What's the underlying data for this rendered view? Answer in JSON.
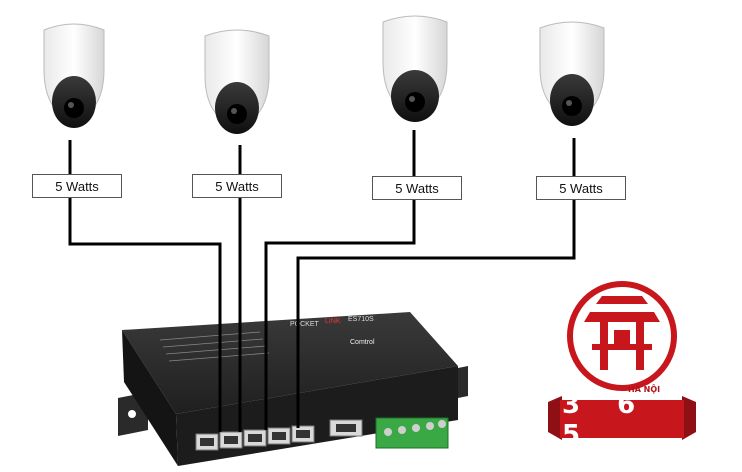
{
  "cameras": [
    {
      "label": "5 Watts"
    },
    {
      "label": "5 Watts"
    },
    {
      "label": "5 Watts"
    },
    {
      "label": "5 Watts"
    }
  ],
  "switch": {
    "brand_left": "POCKET",
    "brand_right": "LINK",
    "model": "ES710S",
    "maker": "Comtrol"
  },
  "logo": {
    "small_text": "HÀ NỘI",
    "number": "3 6 5",
    "colors": {
      "red": "#c8161d",
      "dark_red": "#8e0f14"
    }
  }
}
